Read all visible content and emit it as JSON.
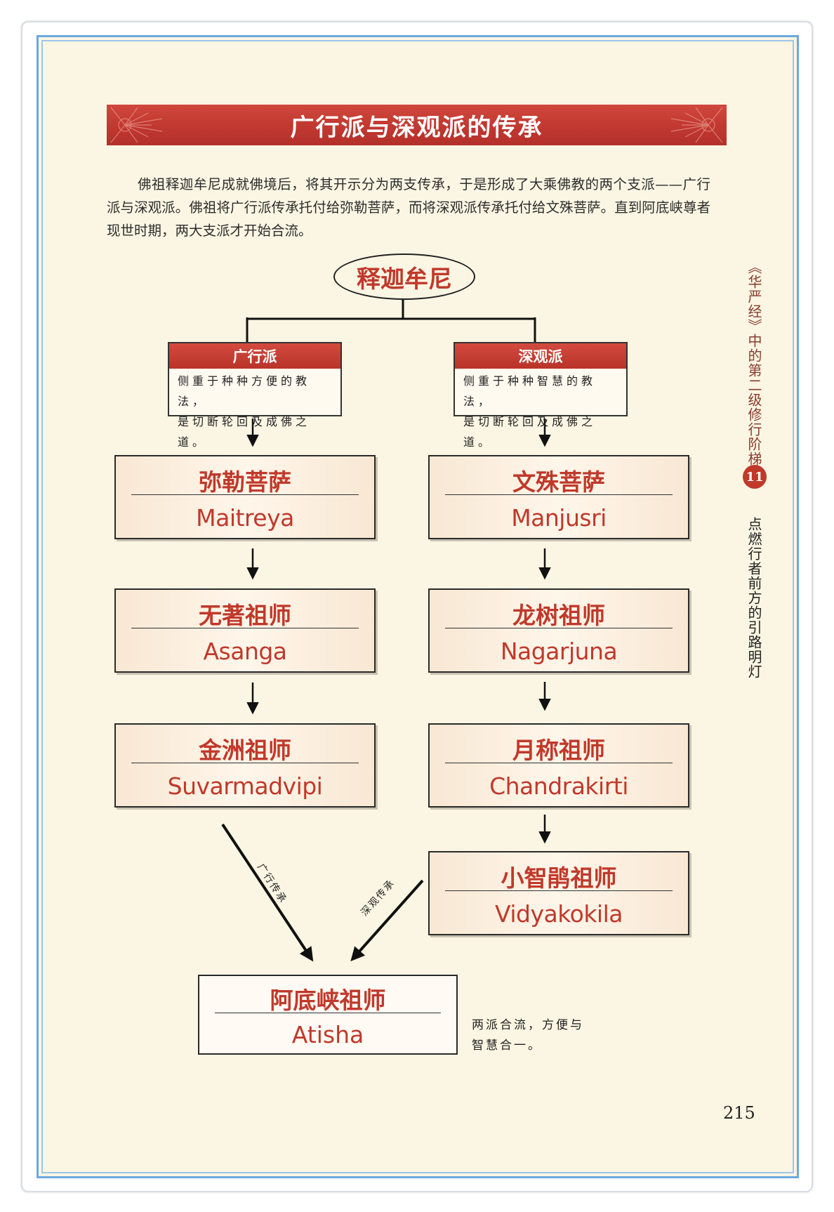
{
  "banner_title": "广行派与深观派的传承",
  "intro_text": "佛祖释迦牟尼成就佛境后，将其开示分为两支传承，于是形成了大乘佛教的两个支派——广行派与深观派。佛祖将广行派传承托付给弥勒菩萨，而将深观派传承托付给文殊菩萨。直到阿底峡尊者现世时期，两大支派才开始合流。",
  "root": "释迦牟尼",
  "schools": {
    "left": {
      "title": "广行派",
      "desc_line1": "侧重于种种方便的教法，",
      "desc_line2": "是切断轮回及成佛之道。"
    },
    "right": {
      "title": "深观派",
      "desc_line1": "侧重于种种智慧的教法，",
      "desc_line2": "是切断轮回及成佛之道。"
    }
  },
  "left_lineage": [
    {
      "cn": "弥勒菩萨",
      "en": "Maitreya"
    },
    {
      "cn": "无著祖师",
      "en": "Asanga"
    },
    {
      "cn": "金洲祖师",
      "en": "Suvarmadvipi"
    }
  ],
  "right_lineage": [
    {
      "cn": "文殊菩萨",
      "en": "Manjusri"
    },
    {
      "cn": "龙树祖师",
      "en": "Nagarjuna"
    },
    {
      "cn": "月称祖师",
      "en": "Chandrakirti"
    },
    {
      "cn": "小智鹃祖师",
      "en": "Vidyakokila"
    }
  ],
  "final": {
    "cn": "阿底峡祖师",
    "en": "Atisha"
  },
  "arrow_labels": {
    "left": "广行传承",
    "right": "深观传承"
  },
  "merge_note": {
    "line1": "两派合流，方便与",
    "line2": "智慧合一。"
  },
  "side_header": {
    "book": "《华严经》中的第二级修行阶梯",
    "chapter": "11",
    "section": "点燃行者前方的引路明灯"
  },
  "page_number": "215",
  "colors": {
    "accent_red": "#c0392b",
    "frame_blue": "#6aa9de",
    "paper": "#fbf6e3"
  }
}
